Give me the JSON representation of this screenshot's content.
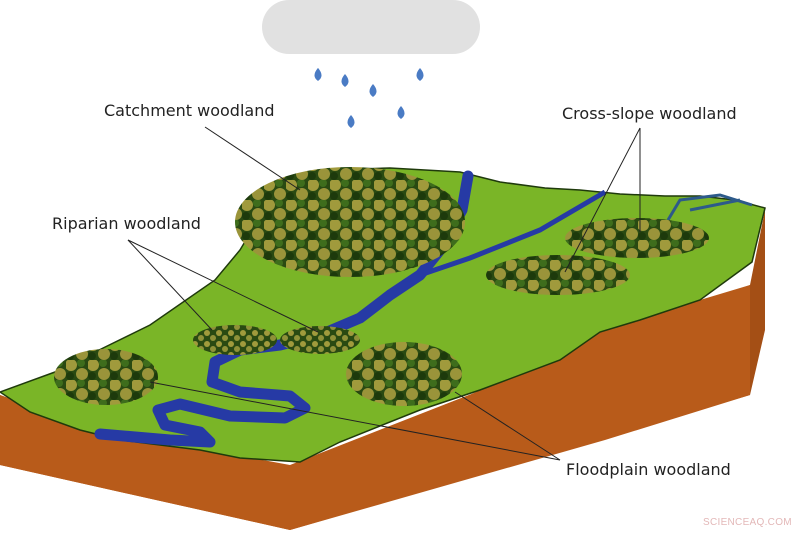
{
  "diagram": {
    "labels": {
      "catchment": "Catchment woodland",
      "riparian": "Riparian woodland",
      "cross_slope": "Cross-slope woodland",
      "floodplain": "Floodplain woodland"
    },
    "elements": {
      "cloud": "rain-cloud",
      "raindrops": 6,
      "river": "meandering-river",
      "terrain": "sloping-landscape-block"
    },
    "colors": {
      "grass": "#7ab527",
      "soil": "#b85b1a",
      "water": "#263aa5",
      "tree_dark": "#2a4a12",
      "tree_mid": "#3e6d1c",
      "tree_light": "#a09a3c",
      "cloud": "#e1e1e1",
      "raindrop": "#4a7bc4",
      "outline": "#1f3a0c"
    }
  },
  "watermark": "SCIENCEAQ.COM"
}
